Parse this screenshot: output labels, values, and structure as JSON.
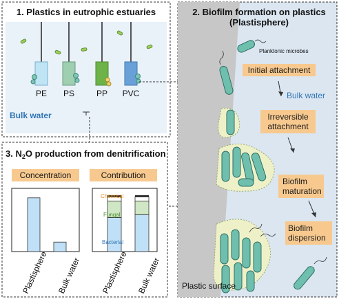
{
  "panel1": {
    "title": "1. Plastics in eutrophic estuaries",
    "plastics": [
      "PE",
      "PS",
      "PP",
      "PVC"
    ],
    "bulk_label": "Bulk water"
  },
  "panel2": {
    "title_line1": "2. Biofilm formation on plastics",
    "title_line2": "(Plastisphere)",
    "planktonic": "Planktonic microbes",
    "bulk": "Bulk water",
    "step1": "Initial attachment",
    "step2_line1": "Irreversible",
    "step2_line2": "attachment",
    "step3_line1": "Biofilm",
    "step3_line2": "maturation",
    "step4_line1": "Biofilm",
    "step4_line2": "dispersion",
    "surface": "Plastic surface"
  },
  "panel3": {
    "title_prefix": "3. N",
    "title_sub": "2",
    "title_suffix": "O production from denitrification",
    "concentration_label": "Concentration",
    "contribution_label": "Contribution",
    "x_labels": [
      "Plastisphere",
      "Bulk water"
    ],
    "concentration_values": [
      0.85,
      0.15
    ],
    "contribution": {
      "plastisphere": {
        "bacterial": 0.62,
        "fungal": 0.3,
        "chemical": 0.08
      },
      "bulk": {
        "bacterial": 0.67,
        "fungal": 0.25,
        "chemical": 0.08
      }
    },
    "seg_labels": {
      "chemical": "Chemical",
      "fungal": "Fungal",
      "bacterial": "Bacterial"
    }
  },
  "colors": {
    "water": "#e9f1f9",
    "bar_blue": "#bfe0f6",
    "bar_green": "#cfe7c4",
    "label_orange": "#f7c98f",
    "cell": "#6fbfae",
    "plastic_gray": "#c7c7c7",
    "panel2_bg": "#dbe6f1"
  }
}
